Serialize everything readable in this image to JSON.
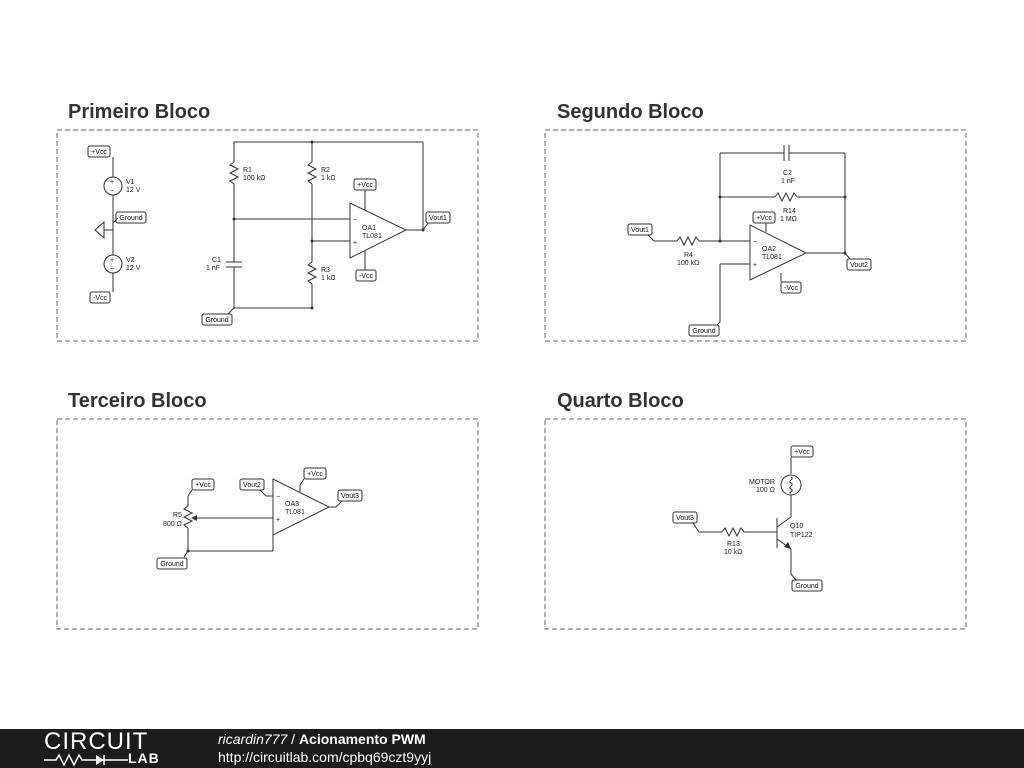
{
  "blocks": {
    "b1": {
      "title": "Primeiro Bloco"
    },
    "b2": {
      "title": "Segundo Bloco"
    },
    "b3": {
      "title": "Terceiro Bloco"
    },
    "b4": {
      "title": "Quarto Bloco"
    }
  },
  "labels": {
    "vcc": "+Vcc",
    "neg_vcc": "-Vcc",
    "ground": "Ground",
    "vout1": "Vout1",
    "vout2": "Vout2",
    "vout3": "Vout3"
  },
  "components": {
    "v1": {
      "name": "V1",
      "value": "12 V"
    },
    "v2": {
      "name": "V2",
      "value": "12 V"
    },
    "r1": {
      "name": "R1",
      "value": "100 kΩ"
    },
    "r2": {
      "name": "R2",
      "value": "1 kΩ"
    },
    "r3": {
      "name": "R3",
      "value": "1 kΩ"
    },
    "c1": {
      "name": "C1",
      "value": "1 nF"
    },
    "oa1": {
      "name": "OA1",
      "model": "TL081"
    },
    "c2": {
      "name": "C2",
      "value": "1 nF"
    },
    "r14": {
      "name": "R14",
      "value": "1 MΩ"
    },
    "r4": {
      "name": "R4",
      "value": "100 kΩ"
    },
    "oa2": {
      "name": "OA2",
      "model": "TL081"
    },
    "r5": {
      "name": "R5",
      "value": "800 Ω"
    },
    "oa3": {
      "name": "OA3",
      "model": "TL081"
    },
    "motor": {
      "name": "MOTOR",
      "value": "100 Ω"
    },
    "q10": {
      "name": "Q10",
      "model": "TIP122"
    },
    "r13": {
      "name": "R13",
      "value": "10 kΩ"
    }
  },
  "footer": {
    "logo_top": "CIRCUIT",
    "logo_bottom": "LAB",
    "user": "ricardin777",
    "separator": " / ",
    "project": "Acionamento PWM",
    "url": "http://circuitlab.com/cpbq69czt9yyj"
  }
}
